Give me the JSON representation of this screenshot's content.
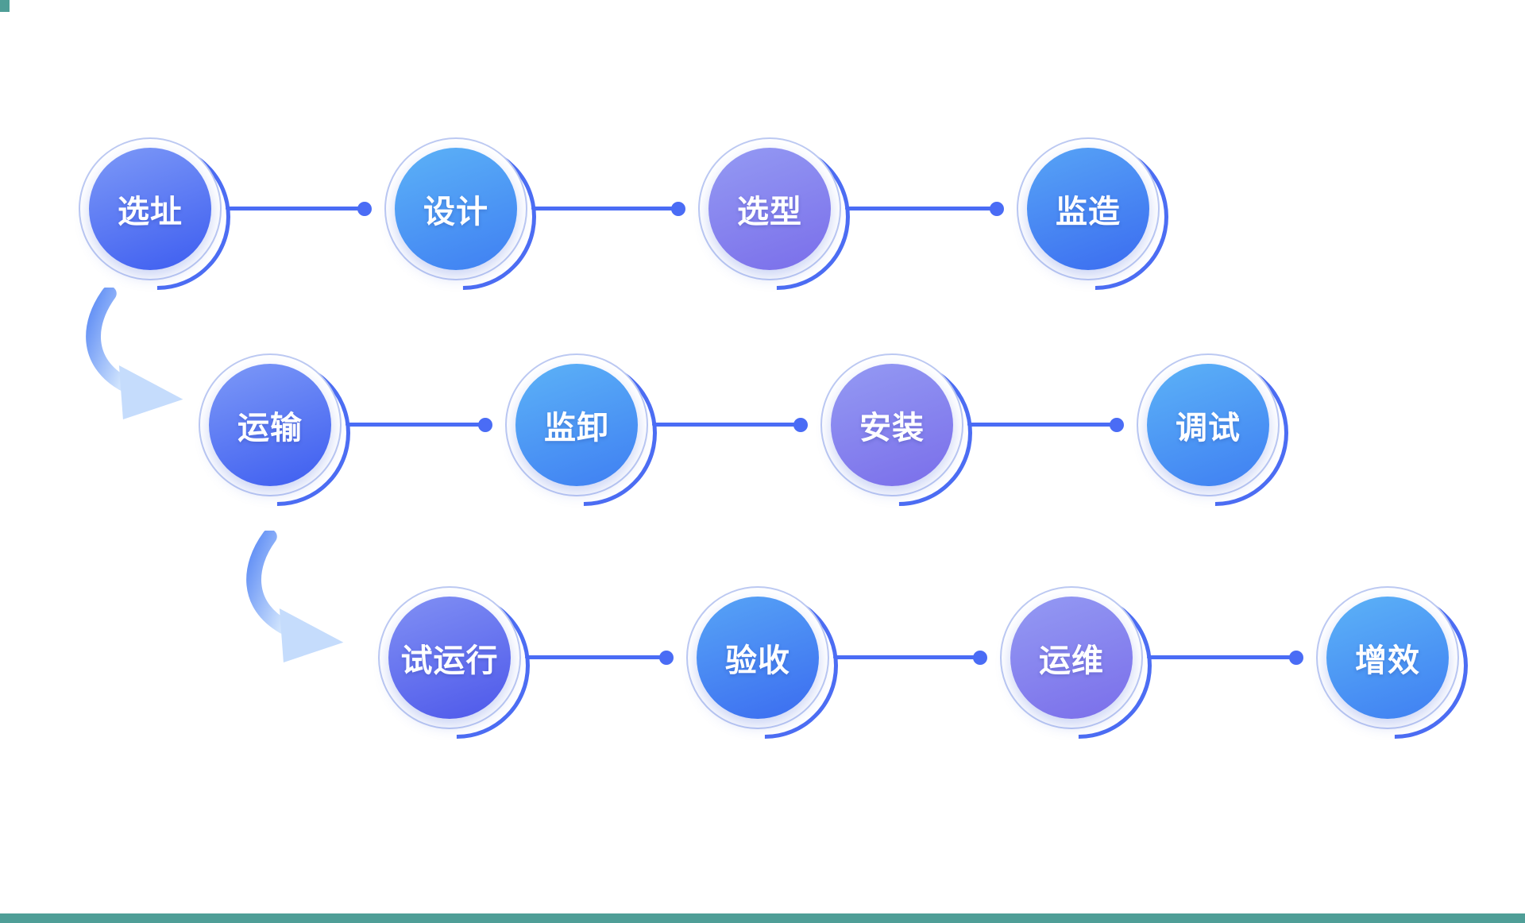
{
  "page": {
    "background": "#ffffff"
  },
  "flow": {
    "rows": [
      {
        "nodes": [
          {
            "label": "选址"
          },
          {
            "label": "设计"
          },
          {
            "label": "选型"
          },
          {
            "label": "监造"
          }
        ]
      },
      {
        "nodes": [
          {
            "label": "运输"
          },
          {
            "label": "监卸"
          },
          {
            "label": "安装"
          },
          {
            "label": "调试"
          }
        ]
      },
      {
        "nodes": [
          {
            "label": "试运行"
          },
          {
            "label": "验收"
          },
          {
            "label": "运维"
          },
          {
            "label": "增效"
          }
        ]
      }
    ],
    "connector_color": "#4a6cf5",
    "node_ring_color": "#bcc9f2",
    "node_accent_arc_color": "#4c6df3",
    "node_palettes": {
      "blue": [
        "#7d99f7",
        "#3d5df0"
      ],
      "sky": [
        "#5cb2f7",
        "#3f7ff2"
      ],
      "purple": [
        "#949af3",
        "#7a6eea"
      ],
      "azure": [
        "#57a4f6",
        "#3b6cf0"
      ],
      "indigo": [
        "#8190f4",
        "#4d58ea"
      ]
    },
    "arrow_gradient": [
      "#5f8df5",
      "#cfe3fd"
    ],
    "edge_strip_color": "#4f9e97"
  }
}
